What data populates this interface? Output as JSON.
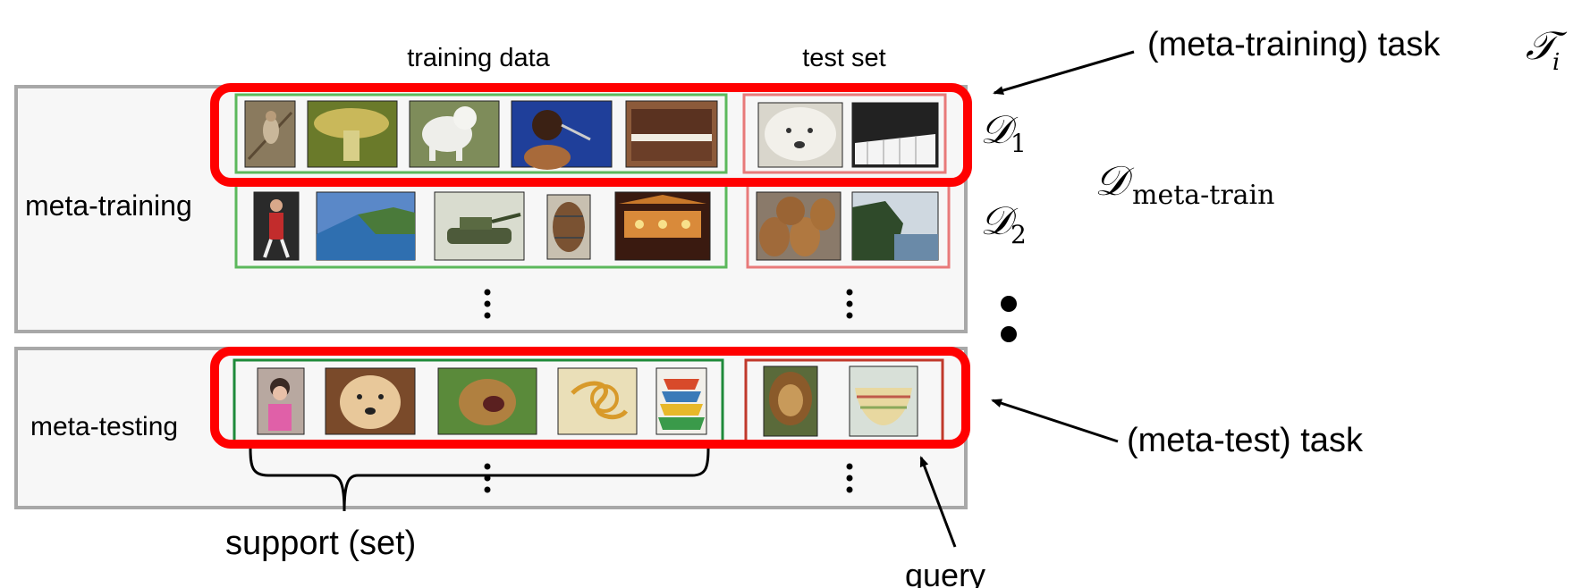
{
  "labels": {
    "training_data": "training data",
    "test_set": "test set",
    "meta_training": "meta-training",
    "meta_testing": "meta-testing",
    "meta_training_task": "(meta-training) task",
    "meta_test_task": "(meta-test) task",
    "support": "support (set)",
    "query": "query"
  },
  "math": {
    "task_symbol": "𝒯",
    "task_sub": "i",
    "d_symbol": "𝒟",
    "d1_sub": "1",
    "d2_sub": "2",
    "meta_train_sub": "meta-train"
  },
  "colors": {
    "panel_border": "#a8a8a8",
    "panel_fill": "#f7f7f7",
    "train_box": "#5cb85c",
    "test_box": "#e87a7a",
    "test_task_train_box": "#1e8a3a",
    "test_task_test_box": "#c0392b",
    "task_highlight": "#ff0000"
  },
  "rows": [
    {
      "name": "row-d1",
      "train_images": [
        "bird-photo",
        "mushroom-photo",
        "white-dog-photo",
        "singer-photo",
        "piano-photo"
      ],
      "test_images": [
        "sheepdog-photo",
        "piano-keys-photo"
      ]
    },
    {
      "name": "row-d2",
      "train_images": [
        "gymnast-photo",
        "cliff-coast-photo",
        "tank-photo",
        "barrel-photo",
        "carousel-photo"
      ],
      "test_images": [
        "barrels-photo",
        "cliffs-photo"
      ]
    },
    {
      "name": "row-meta-test",
      "train_images": [
        "child-photo",
        "golden-retriever-photo",
        "roaring-lion-photo",
        "pretzel-shape-photo",
        "bowl-stack-photo"
      ],
      "test_images": [
        "lion-photo",
        "bowl-photo"
      ]
    }
  ]
}
